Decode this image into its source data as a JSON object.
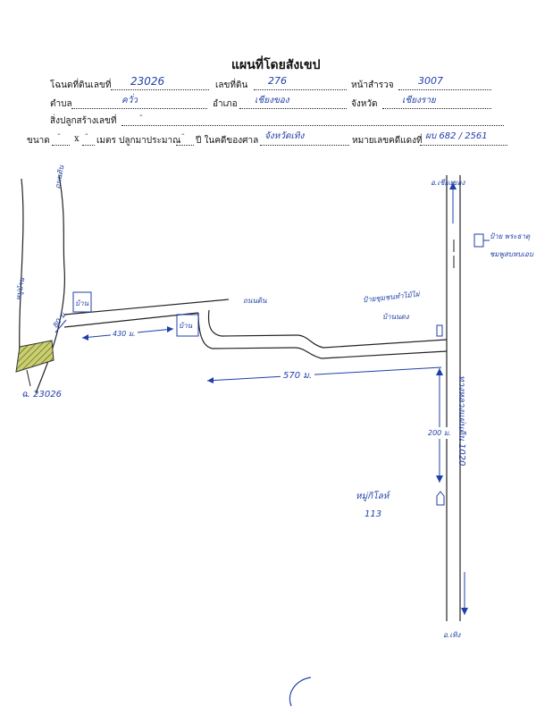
{
  "header": {
    "title": "แผนที่โดยสังเขป",
    "deed_label": "โฉนดที่ดินเลขที่",
    "deed_no": "23026",
    "land_no_label": "เลขที่ดิน",
    "land_no": "276",
    "survey_label": "หน้าสำรวจ",
    "survey_no": "3007",
    "subdistrict_label": "ตำบล",
    "subdistrict": "ควั่ว",
    "district_label": "อำเภอ",
    "district": "เชียงของ",
    "province_label": "จังหวัด",
    "province": "เชียงราย",
    "building_label": "สิ่งปลูกสร้างเลขที่",
    "building_no": "-",
    "size_label": "ขนาด",
    "size_w": "-",
    "size_x": "x",
    "size_h": "-",
    "age_label": "เมตร ปลูกมาประมาณ",
    "age": "-",
    "court_label": "ปี ในคดีของศาล",
    "court": "จังหวัดเทิง",
    "case_label": "หมายเลขคดีแดงที่",
    "case_no": "ผบ 682 / 2561"
  },
  "map": {
    "road_top_left": "ถนนดิน",
    "village_road": "หมู่บ้าน",
    "road_branch": "ถนนดิน",
    "dist_80": "80 ม.",
    "house_1": "บ้าน",
    "house_2": "บ้าน",
    "dist_430": "430 ม.",
    "dist_570": "570 ม.",
    "dist_200": "200 ม.",
    "plot_label": "ฉ. 23026",
    "to_north": "อ.เชียงของ",
    "to_south": "อ.เทิง",
    "highway": "ทางหลวงแผ่นดิน 1020",
    "sign_left_1": "ป้ายชุมชนทำไม้ไผ่",
    "sign_left_2": "บ้านนดง",
    "sign_right_1": "ป้าย พระธาตุ",
    "sign_right_2": "ชมพูสบหบเอบ",
    "village_name": "หมู่กิโลห์",
    "village_no": "113"
  },
  "colors": {
    "ink": "#1f3fa8",
    "plot_fill": "#b9c24a"
  }
}
